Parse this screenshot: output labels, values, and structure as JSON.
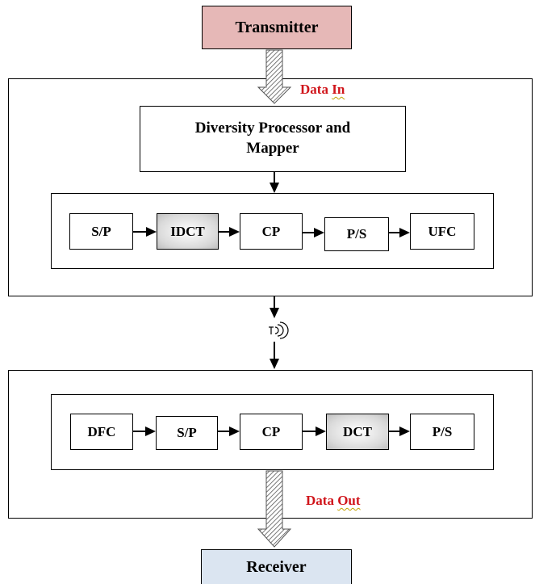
{
  "transmitter": {
    "label": "Transmitter",
    "fill": "#e6b8b7"
  },
  "receiver": {
    "label": "Receiver",
    "fill": "#dbe5f1"
  },
  "tx_block": {
    "data_in": {
      "word1": "Data",
      "word2": "In"
    },
    "diversity": {
      "line1": "Diversity Processor and",
      "line2": "Mapper"
    },
    "chain": [
      "S/P",
      "IDCT",
      "CP",
      "P/S",
      "UFC"
    ]
  },
  "rx_block": {
    "chain": [
      "DFC",
      "S/P",
      "CP",
      "DCT",
      "P/S"
    ],
    "data_out": {
      "word1": "Data",
      "word2": "Out"
    }
  },
  "colors": {
    "label_red": "#d0141a",
    "highlight_gray": "#bfbfbf"
  },
  "icons": {
    "antenna": "antenna-wireless-icon"
  }
}
